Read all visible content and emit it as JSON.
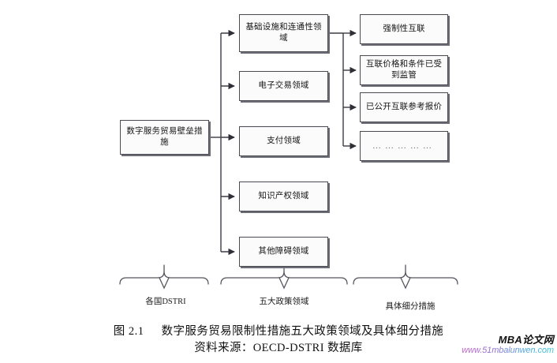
{
  "diagram": {
    "type": "hierarchy-flowchart",
    "root": {
      "label": "数字服务贸易壁垒措施"
    },
    "level2": [
      {
        "label": "基础设施和连通性领域"
      },
      {
        "label": "电子交易领域"
      },
      {
        "label": "支付领域"
      },
      {
        "label": "知识产权领域"
      },
      {
        "label": "其他障碍领域"
      }
    ],
    "level3": [
      {
        "label": "强制性互联"
      },
      {
        "label": "互联价格和条件已受到监管"
      },
      {
        "label": "已公开互联参考报价"
      },
      {
        "label": "……………"
      }
    ],
    "group_braces": [
      {
        "label": "各国DSTRI"
      },
      {
        "label": "五大政策领域"
      },
      {
        "label": "具体细分措施"
      }
    ]
  },
  "caption": {
    "figure_number": "图 2.1",
    "title": "数字服务贸易限制性措施五大政策领域及具体细分措施",
    "source": "资料来源：OECD-DSTRI 数据库"
  },
  "watermark": {
    "brand": "MBA论文网",
    "url": "www.51mbalunwen.com"
  },
  "colors": {
    "box_fill": "#fbfbfb",
    "box_border": "#4a4a52",
    "box_shadow": "#6d6d75",
    "wire": "#3c3c44",
    "text": "#151515"
  }
}
